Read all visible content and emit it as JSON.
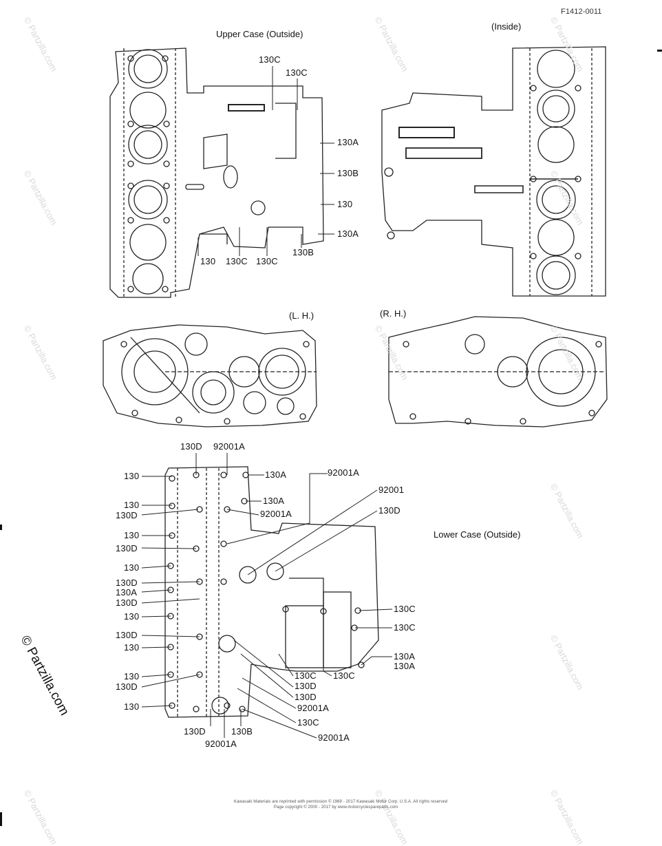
{
  "figure_code": "F1412-0011",
  "views": {
    "upper_outside": "Upper Case (Outside)",
    "upper_inside": "(Inside)",
    "left_hand": "(L. H.)",
    "right_hand": "(R. H.)",
    "lower_outside": "Lower Case (Outside)"
  },
  "callouts": {
    "upper": [
      "130C",
      "130C",
      "130A",
      "130B",
      "130",
      "130A",
      "130",
      "130C",
      "130C",
      "130B"
    ],
    "lower_left": [
      "130",
      "130",
      "130D",
      "130",
      "130D",
      "130",
      "130D",
      "130A",
      "130D",
      "130",
      "130D",
      "130",
      "130",
      "130D",
      "130"
    ],
    "lower_top": [
      "130D",
      "92001A",
      "130A",
      "92001A",
      "130A",
      "92001A",
      "92001",
      "130D"
    ],
    "lower_right": [
      "130C",
      "130C",
      "130A",
      "130A",
      "130C",
      "130C",
      "130D",
      "130D",
      "92001A",
      "130C",
      "92001A"
    ],
    "lower_bottom": [
      "130D",
      "130B",
      "92001A"
    ]
  },
  "watermark": "© Partzilla.com",
  "footer": {
    "line1": "Kawasaki Materials are reprinted with permission © 1969 - 2017  Kawasaki Motor Corp. U.S.A. All rights reserved",
    "line2": "Page copyright © 2000 - 2017 by www.motorcyclespareparts.com"
  }
}
